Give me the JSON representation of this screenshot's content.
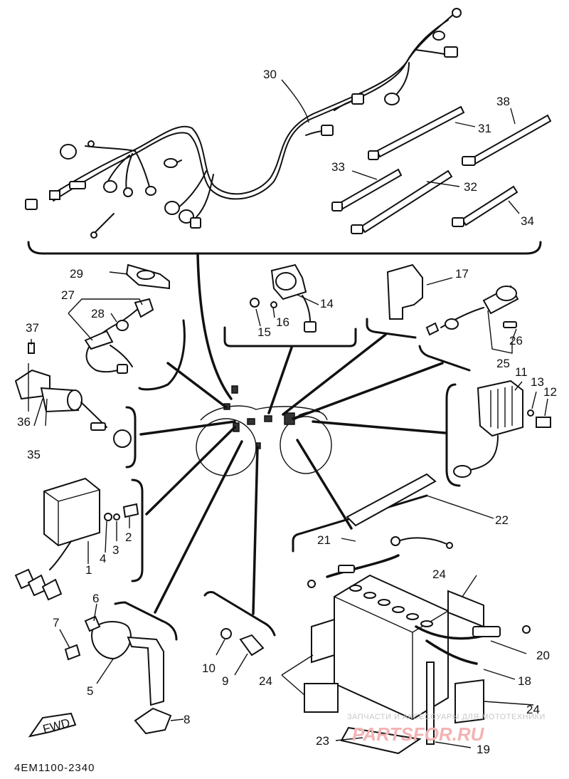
{
  "diagram": {
    "part_numbers": {
      "p1": "1",
      "p2": "2",
      "p3": "3",
      "p4": "4",
      "p5": "5",
      "p6": "6",
      "p7": "7",
      "p8": "8",
      "p9": "9",
      "p10": "10",
      "p11": "11",
      "p12": "12",
      "p13": "13",
      "p14": "14",
      "p15": "15",
      "p16": "16",
      "p17": "17",
      "p18": "18",
      "p19": "19",
      "p20": "20",
      "p21": "21",
      "p22": "22",
      "p23": "23",
      "p24": "24",
      "p25": "25",
      "p26": "26",
      "p27": "27",
      "p28": "28",
      "p29": "29",
      "p30": "30",
      "p31": "31",
      "p32": "32",
      "p33": "33",
      "p34": "34",
      "p35": "35",
      "p36": "36",
      "p37": "37",
      "p38": "38"
    },
    "fwd_label": "FWD",
    "drawing_code": "4EM1100-2340",
    "watermark_text": "ЗАПЧАСТИ И АКСЕССУАРЫ ДЛЯ МОТОТЕХНИКИ",
    "watermark_logo": "PARTSFOR.RU",
    "colors": {
      "line": "#111111",
      "background": "#ffffff",
      "logo": "#f3b3b3",
      "watermark": "#c8c8c8"
    }
  }
}
